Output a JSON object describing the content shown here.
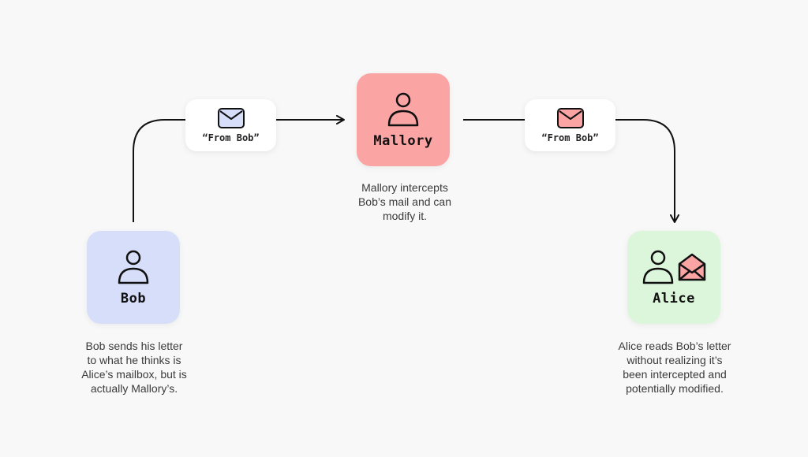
{
  "nodes": {
    "bob": {
      "name": "Bob",
      "caption": "Bob sends his letter\nto what he thinks is\nAlice’s mailbox, but is\nactually Mallory’s.",
      "color": "#d6def9"
    },
    "mallory": {
      "name": "Mallory",
      "caption": "Mallory intercepts\nBob’s mail and can\nmodify it.",
      "color": "#fba4a4"
    },
    "alice": {
      "name": "Alice",
      "caption": "Alice reads Bob’s letter\nwithout realizing it’s\nbeen intercepted and\npotentially modified.",
      "color": "#dcf6dc"
    }
  },
  "edges": [
    {
      "from": "Bob",
      "to": "Mallory",
      "label": "“From Bob”",
      "envelope_color": "#d6def9"
    },
    {
      "from": "Mallory",
      "to": "Alice",
      "label": "“From Bob”",
      "envelope_color": "#fba4a4"
    }
  ],
  "icons": {
    "person": "person-icon",
    "envelope_closed": "envelope-icon",
    "envelope_open": "open-envelope-icon"
  },
  "colors": {
    "background": "#f8f8f8",
    "line": "#111111"
  }
}
